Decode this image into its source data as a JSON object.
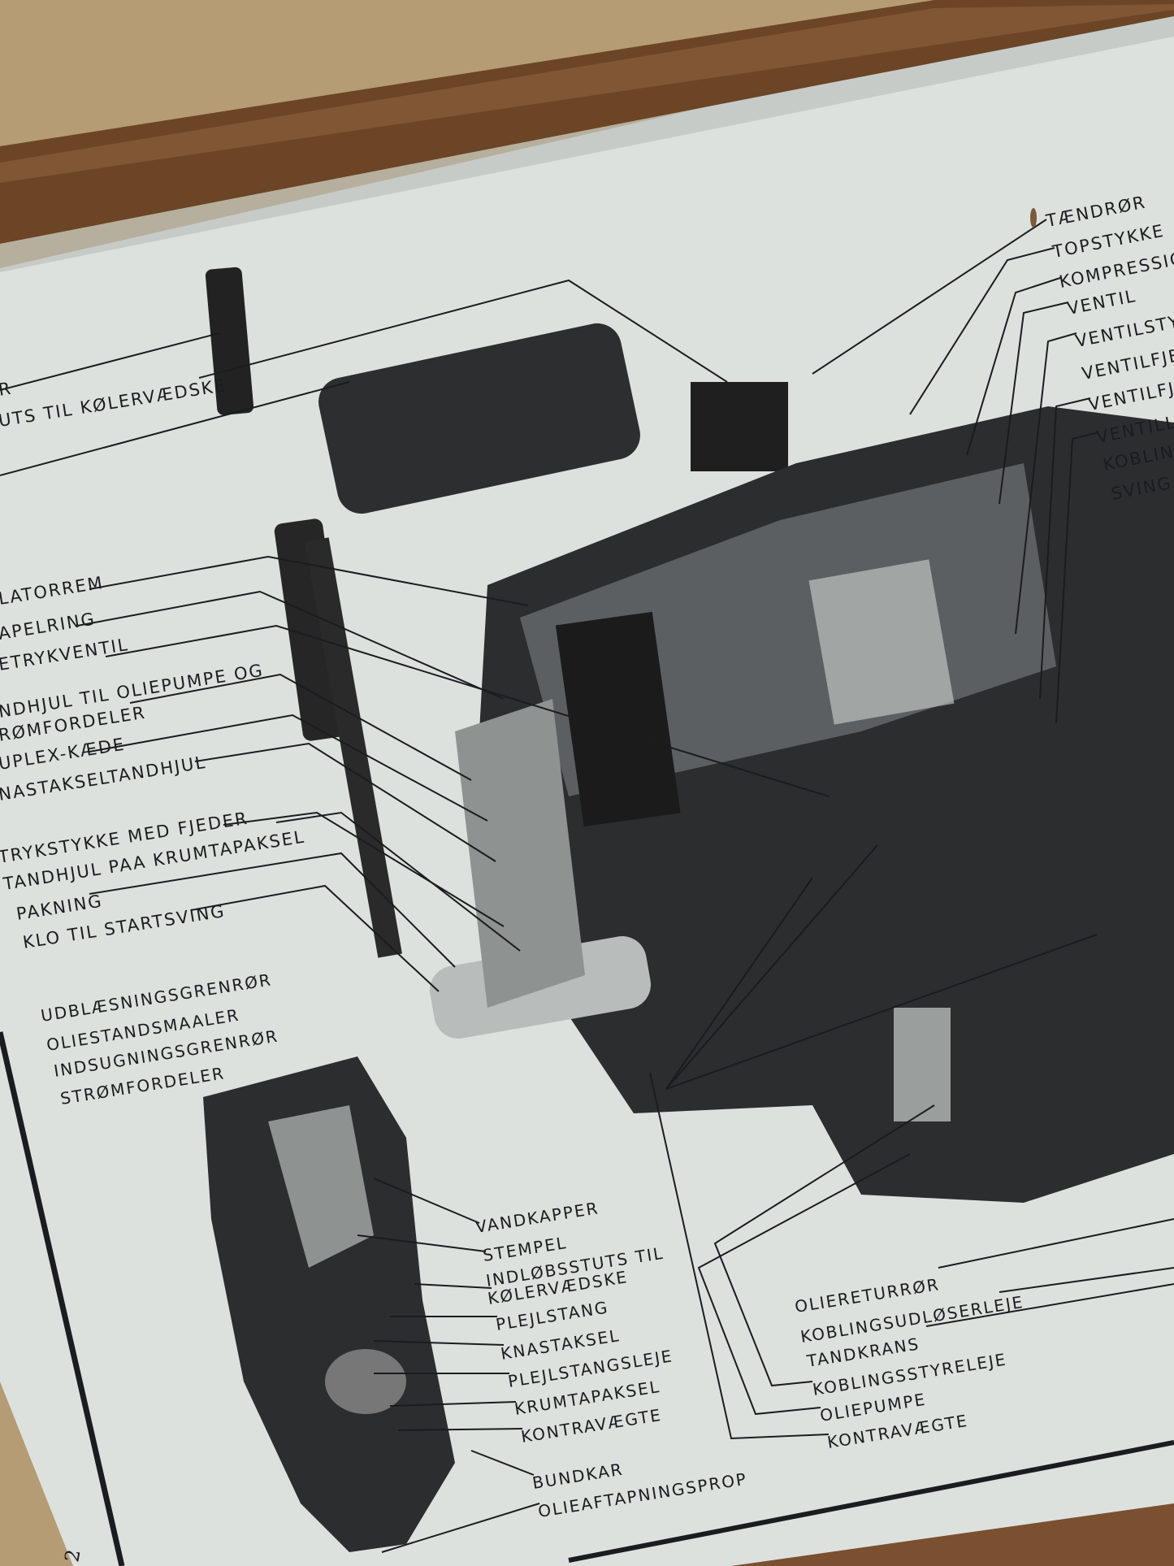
{
  "colors": {
    "paper": "#dde1de",
    "ink": "#1a1c1f",
    "frame": "#6b4526",
    "cork": "#b59c74"
  },
  "labels_left": [
    "R",
    "UTS TIL KØLERVÆDSKE",
    "LATORREM",
    "APELRING",
    "ETRYKVENTIL",
    "NDHJUL TIL OLIEPUMPE OG",
    "RØMFORDELER",
    "UPLEX-KÆDE",
    "NASTAKSELTANDHJUL",
    "TRYKSTYKKE MED FJEDER",
    "TANDHJUL PAA KRUMTAPAKSEL",
    "PAKNING",
    "KLO TIL STARTSVING"
  ],
  "labels_small_engine_left": [
    "UDBLÆSNINGSGRENRØR",
    "OLIESTANDSMAALER",
    "INDSUGNINGSGRENRØR",
    "STRØMFORDELER"
  ],
  "labels_small_engine_right": [
    "VANDKAPPER",
    "STEMPEL",
    "INDLØBSSTUTS TIL",
    "KØLERVÆDSKE",
    "PLEJLSTANG",
    "KNASTAKSEL",
    "PLEJLSTANGSLEJE",
    "KRUMTAPAKSEL",
    "KONTRAVÆGTE",
    "BUNDKAR",
    "OLIEAFTAPNINGSPROP"
  ],
  "labels_bottom_right": [
    "OLIERETURRØR",
    "KOBLINGSUDLØSERLEJE",
    "TANDKRANS",
    "KOBLINGSSTYRELEJE",
    "OLIEPUMPE",
    "KONTRAVÆGTE"
  ],
  "labels_top_right": [
    "TÆNDRØR",
    "TOPSTYKKE",
    "KOMPRESSIO",
    "VENTIL",
    "VENTILSTY",
    "VENTILFJE",
    "VENTILFJ",
    "VENTILL",
    "KOBLIN",
    "SVING"
  ],
  "page_number": "2"
}
